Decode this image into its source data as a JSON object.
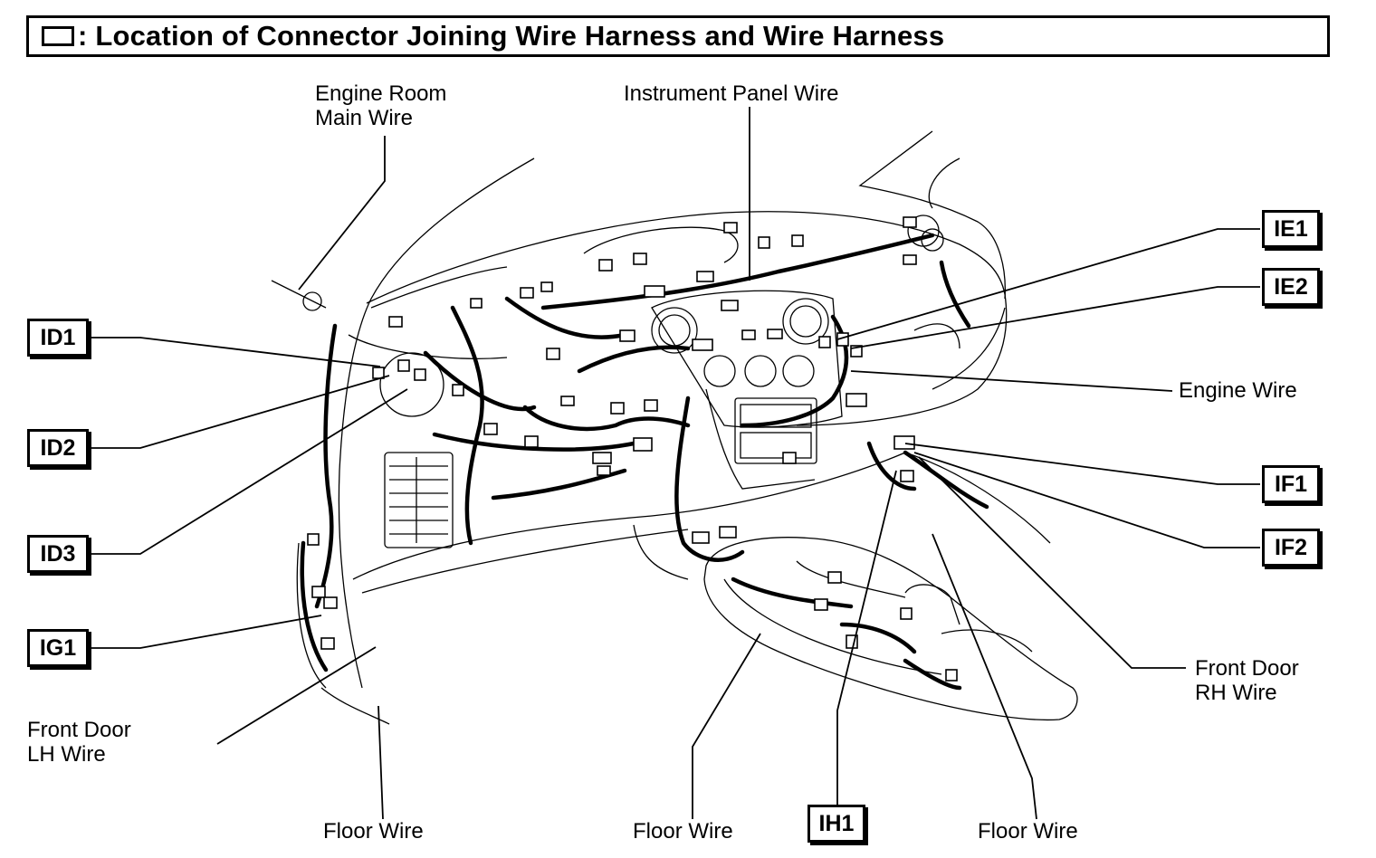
{
  "title": ": Location of Connector Joining Wire Harness and Wire Harness",
  "wire_labels": {
    "engine_room_main": "Engine Room\nMain Wire",
    "instrument_panel": "Instrument Panel Wire",
    "engine": "Engine Wire",
    "front_door_rh": "Front Door\nRH Wire",
    "front_door_lh": "Front Door\nLH Wire",
    "floor_left": "Floor Wire",
    "floor_center": "Floor Wire",
    "floor_right": "Floor Wire"
  },
  "connectors": {
    "id1": "ID1",
    "id2": "ID2",
    "id3": "ID3",
    "ig1": "IG1",
    "ie1": "IE1",
    "ie2": "IE2",
    "if1": "IF1",
    "if2": "IF2",
    "ih1": "IH1"
  }
}
